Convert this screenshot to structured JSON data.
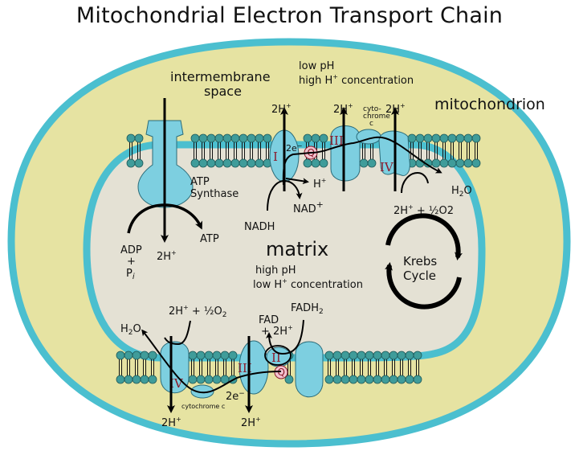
{
  "title": "Mitochondrial Electron Transport Chain",
  "colors": {
    "outer_membrane": "#4bbfcf",
    "intermembrane_space": "#e6e3a2",
    "matrix": "#e4e1d4",
    "protein": "#7dcfe0",
    "lipid_head": "#3f9c9a",
    "complex_label": "#8b1a2b",
    "q_fill": "#f2c3cf"
  },
  "regions": {
    "organelle": "mitochondrion",
    "intermembrane_line1": "intermembrane",
    "intermembrane_line2": "space",
    "ims_ph": "low pH",
    "ims_conc_prefix": "high H",
    "ims_conc_sup": "+",
    "ims_conc_suffix": " concentration",
    "matrix": "matrix",
    "matrix_ph": "high pH",
    "matrix_conc_prefix": "low H",
    "matrix_conc_sup": "+",
    "matrix_conc_suffix": " concentration"
  },
  "atp_synthase": {
    "name_line1": "ATP",
    "name_line2": "Synthase",
    "substrate_line1": "ADP",
    "substrate_line2": "+",
    "substrate_line3": "P",
    "substrate_sub": "i",
    "product": "ATP",
    "proton_in": "2H",
    "proton_sup": "+"
  },
  "top_chain": {
    "complex_I": "I",
    "complex_III": "III",
    "complex_IV": "IV",
    "quinone": "Q",
    "electrons": "2e",
    "electrons_sup": "−",
    "proton_I": "2H",
    "proton_III": "2H",
    "proton_IV": "2H",
    "proton_sup": "+",
    "cytochrome_line1": "cyto-",
    "cytochrome_line2": "chrome",
    "cytochrome_line3": "c",
    "nadh": "NADH",
    "nad": "NAD",
    "nad_sup": "+",
    "h_released": "H",
    "h_sup": "+",
    "water": "H",
    "water_sub": "2",
    "water_suffix": "O",
    "oxygen_prefix": "2H",
    "oxygen_sup": "+",
    "oxygen_mid": " + ½",
    "oxygen_suffix": "O2"
  },
  "krebs": {
    "line1": "Krebs",
    "line2": "Cycle"
  },
  "bottom_chain": {
    "complex_II": "II",
    "complex_III": "III",
    "complex_IV": "IV",
    "quinone": "Q",
    "electrons": "2e",
    "electrons_sup": "−",
    "cytochrome": "cytochrome  c",
    "proton_IV": "2H",
    "proton_III": "2H",
    "proton_sup": "+",
    "fadh2": "FADH",
    "fadh2_sub": "2",
    "fad_line1": "FAD",
    "fad_line2": "+ 2H",
    "fad_sup": "+",
    "water": "H",
    "water_sub": "2",
    "water_suffix": "O",
    "oxygen_prefix": "2H",
    "oxygen_sup": "+",
    "oxygen_mid": " + ½",
    "oxygen_suffix": "O",
    "oxygen_sub": "2"
  }
}
